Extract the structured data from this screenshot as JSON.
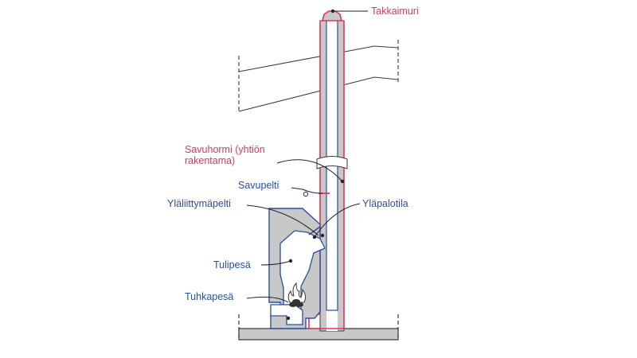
{
  "labels": {
    "takkaimuri": "Takkaimuri",
    "savuhormi_line1": "Savuhormi (yhtiön",
    "savuhormi_line2": "rakentama)",
    "savupelti": "Savupelti",
    "ylaliittymapelti": "Yläliittymäpelti",
    "ylapalotila": "Yläpalotila",
    "tulipesa": "Tulipesä",
    "tuhkapesa": "Tuhkapesä"
  },
  "colors": {
    "red_label": "#e0355a",
    "blue_label": "#2a4fa0",
    "masonry_fill": "#c8c8c8",
    "outline": "#3a3a3a",
    "leader": "#222222"
  }
}
